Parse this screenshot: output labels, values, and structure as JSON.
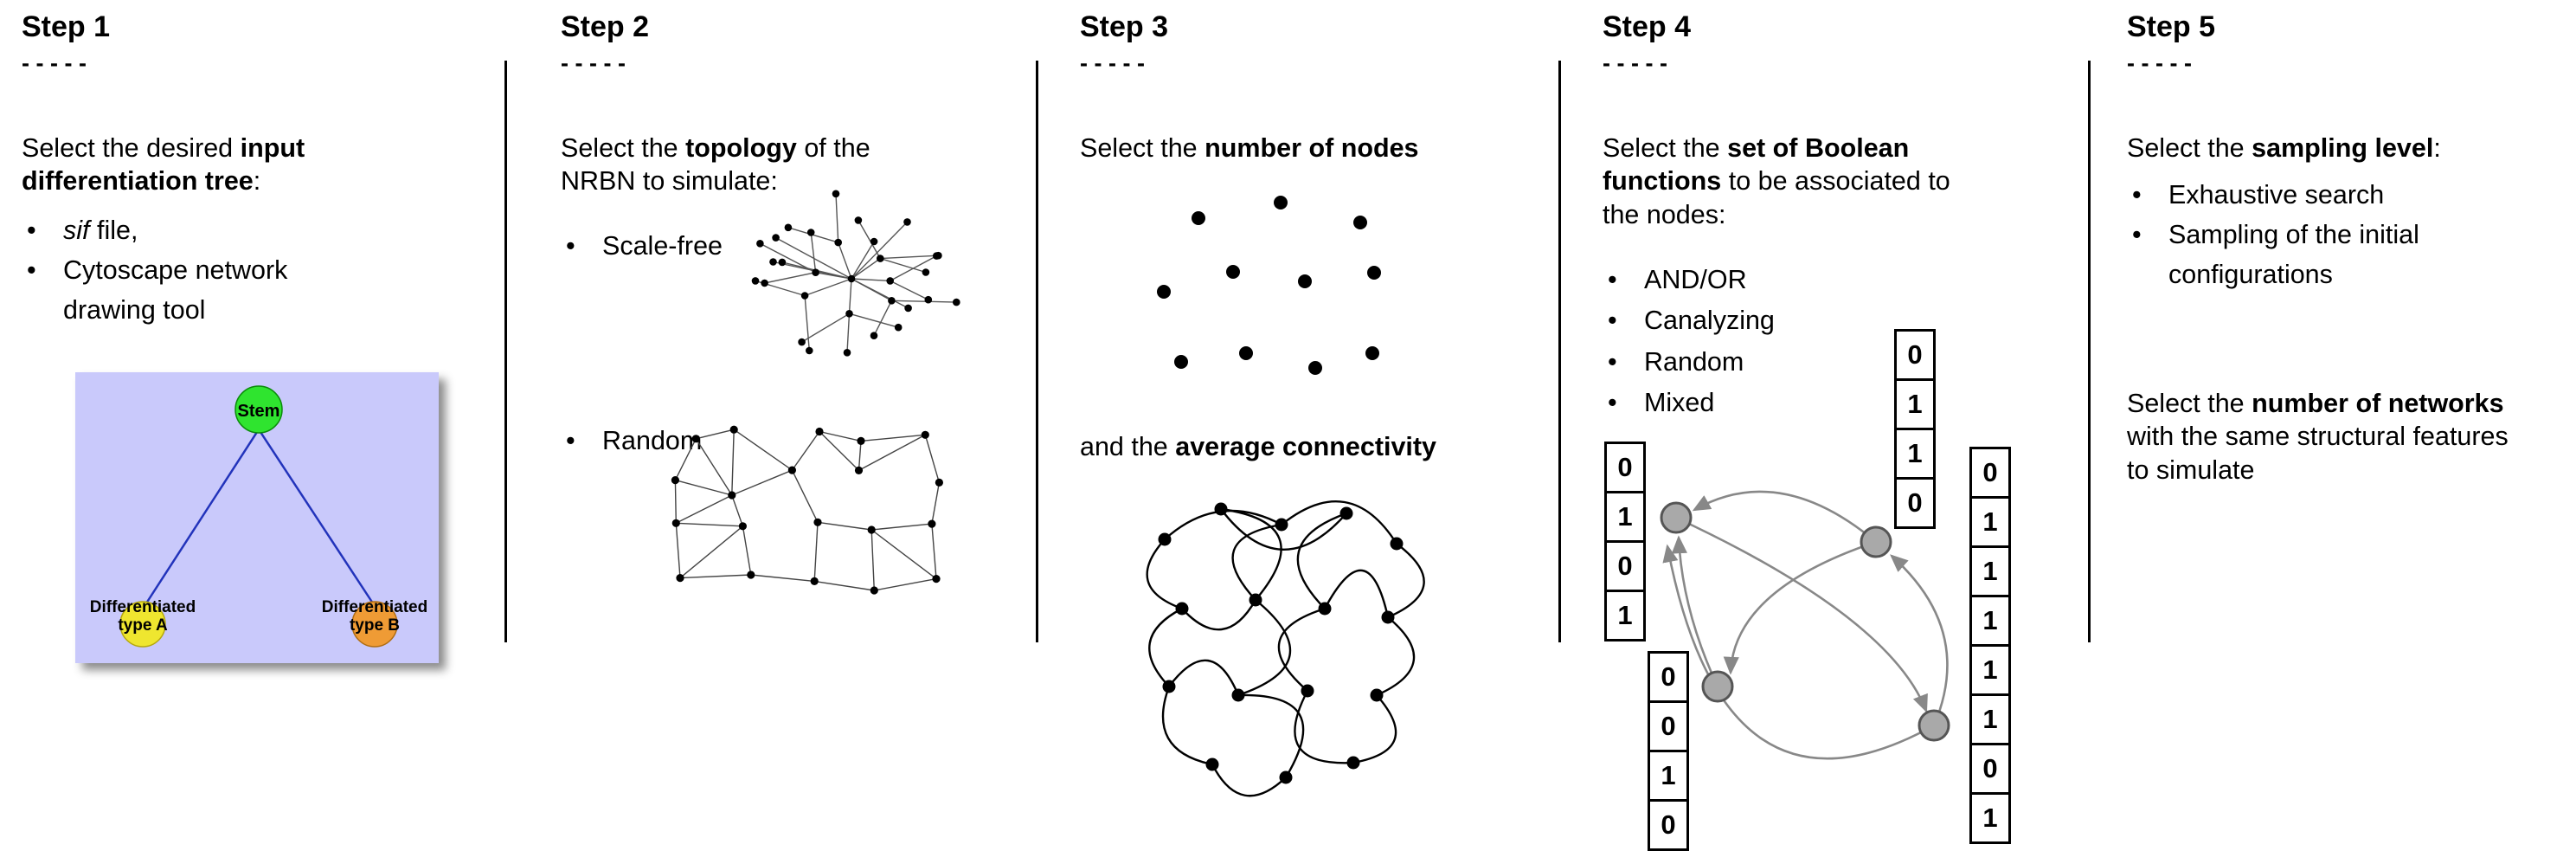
{
  "dashes": "- - - - -",
  "steps": [
    {
      "title": "Step 1",
      "para1": {
        "pre": "Select the desired ",
        "bold": "input differentiation tree",
        "post": ":"
      },
      "bullets": [
        {
          "italic": "sif",
          "rest": " file,"
        },
        {
          "text": "Cytoscape network drawing tool"
        }
      ],
      "tree": {
        "stem": "Stem",
        "type_a_line1": "Differentiated",
        "type_a_line2": "type A",
        "type_b_line1": "Differentiated",
        "type_b_line2": "type B",
        "bg_color": "#c9c9fb",
        "stem_color": "#2fe42f",
        "type_a_color": "#efe62f",
        "type_b_color": "#ef9b35",
        "edge_color": "#2233bb"
      }
    },
    {
      "title": "Step 2",
      "para1": {
        "pre": "Select the ",
        "bold": "topology",
        "post": " of the NRBN to simulate:"
      },
      "bullets": [
        {
          "text": "Scale-free"
        },
        {
          "text": "Random"
        }
      ]
    },
    {
      "title": "Step 3",
      "para1": {
        "pre": "Select the ",
        "bold": "number of nodes",
        "post": ""
      },
      "para2": {
        "pre": "and the ",
        "bold": "average connectivity",
        "post": ""
      }
    },
    {
      "title": "Step 4",
      "para1": {
        "pre": "Select the ",
        "bold": "set of Boolean functions",
        "post": " to be associated to the nodes:"
      },
      "bullets": [
        {
          "text": "AND/OR"
        },
        {
          "text": "Canalyzing"
        },
        {
          "text": "Random"
        },
        {
          "text": "Mixed"
        }
      ],
      "tables": {
        "left": [
          "0",
          "1",
          "0",
          "1"
        ],
        "top": [
          "0",
          "1",
          "1",
          "0"
        ],
        "right": [
          "0",
          "1",
          "1",
          "1",
          "1",
          "1",
          "0",
          "1"
        ],
        "bottom_left": [
          "0",
          "0",
          "1",
          "0"
        ]
      }
    },
    {
      "title": "Step 5",
      "para1": {
        "pre": "Select the ",
        "bold": "sampling level",
        "post": ":"
      },
      "bullets": [
        {
          "text": "Exhaustive search"
        },
        {
          "text": "Sampling of the initial configurations"
        }
      ],
      "para2": {
        "pre": "Select the ",
        "bold": "number of networks",
        "post": " with the same structural features to simulate"
      }
    }
  ]
}
